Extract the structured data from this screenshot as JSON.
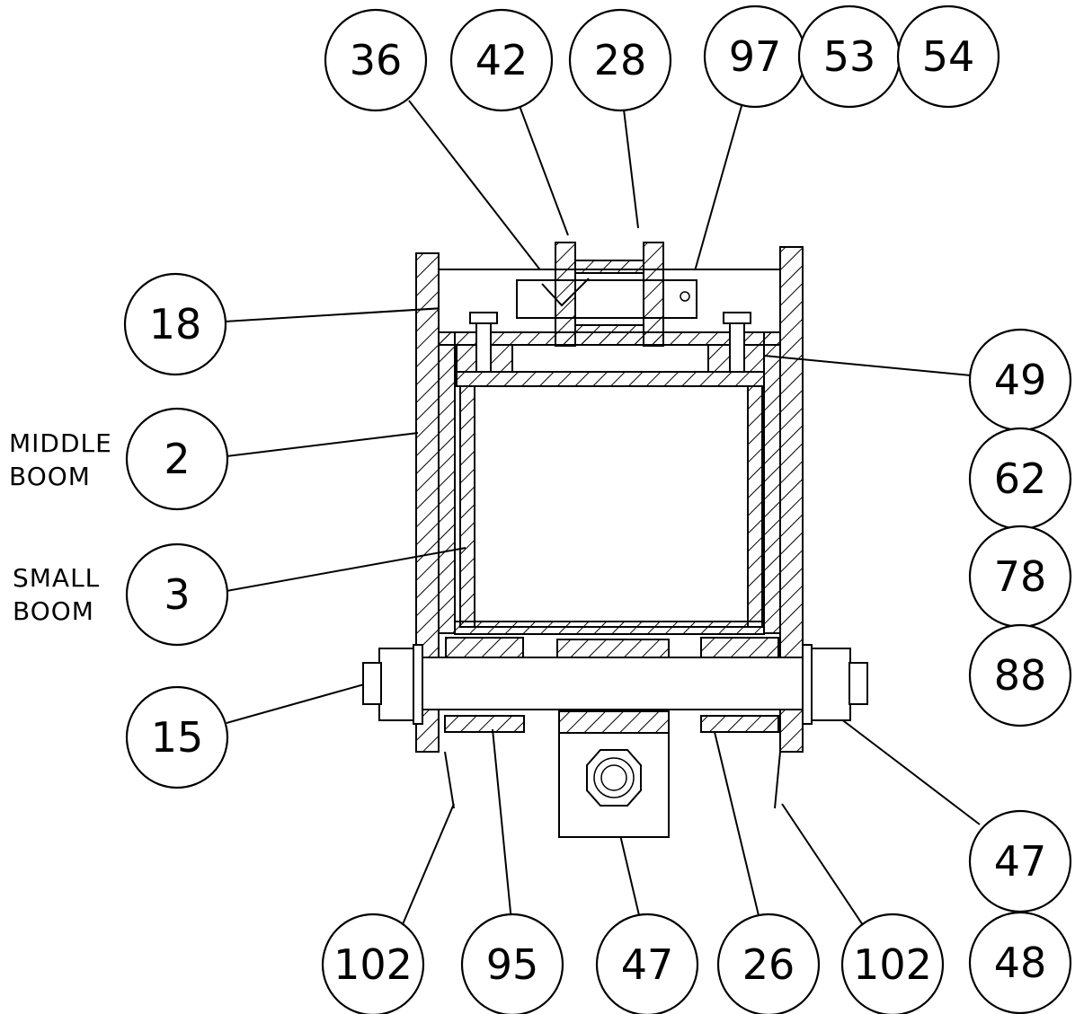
{
  "balloons": {
    "b36": "36",
    "b42": "42",
    "b28": "28",
    "b97": "97",
    "b53": "53",
    "b54": "54",
    "b18": "18",
    "b49": "49",
    "b2": "2",
    "b62": "62",
    "b3": "3",
    "b78": "78",
    "b88": "88",
    "b15": "15",
    "b47_right": "47",
    "b102_left": "102",
    "b95": "95",
    "b47_bottom": "47",
    "b26": "26",
    "b102_right": "102",
    "b48": "48"
  },
  "labels": {
    "middle_boom_line1": "MIDDLE",
    "middle_boom_line2": "BOOM",
    "small_boom_line1": "SMALL",
    "small_boom_line2": "BOOM"
  },
  "colors": {
    "line": "#000000",
    "background": "#ffffff"
  }
}
